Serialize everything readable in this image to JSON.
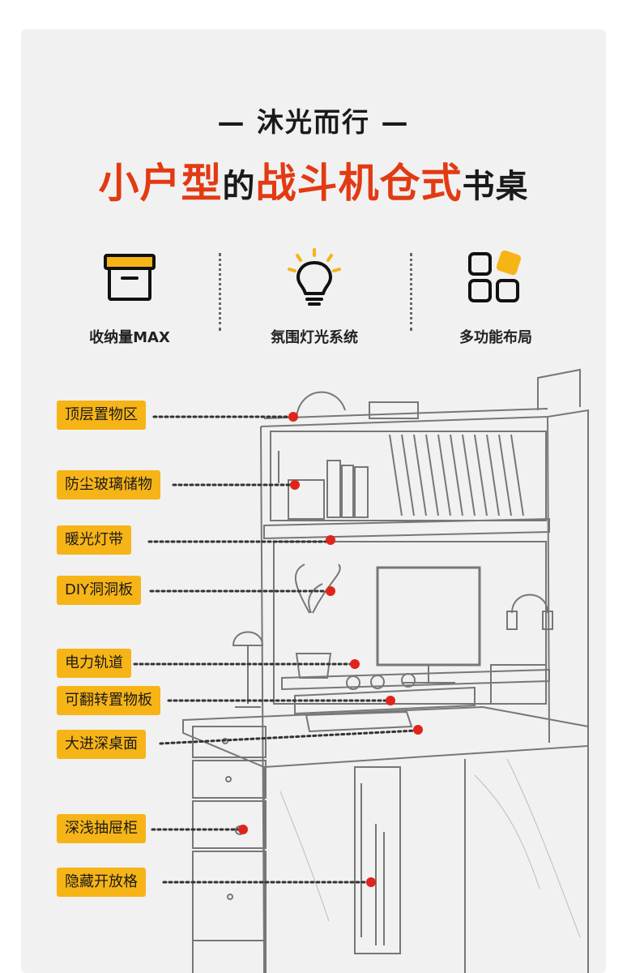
{
  "header": {
    "subtitle": "— 沐光而行 —",
    "title_parts": [
      {
        "text": "小户型",
        "style": "red"
      },
      {
        "text": "的",
        "style": "blk-s"
      },
      {
        "text": "战斗机仓式",
        "style": "red"
      },
      {
        "text": "书桌",
        "style": "blk-s"
      }
    ]
  },
  "features": [
    {
      "icon": "storage-box-icon",
      "label": "收纳量MAX"
    },
    {
      "icon": "light-bulb-icon",
      "label": "氛围灯光系统"
    },
    {
      "icon": "layout-grid-icon",
      "label": "多功能布局"
    }
  ],
  "callouts": [
    {
      "label": "顶层置物区"
    },
    {
      "label": "防尘玻璃储物"
    },
    {
      "label": "暖光灯带"
    },
    {
      "label": "DIY洞洞板"
    },
    {
      "label": "电力轨道"
    },
    {
      "label": "可翻转置物板"
    },
    {
      "label": "大进深桌面"
    },
    {
      "label": "深浅抽屉柜"
    },
    {
      "label": "隐藏开放格"
    }
  ],
  "colors": {
    "accent_red": "#e23a13",
    "tag_yellow": "#f6b417",
    "marker_red": "#e0241b",
    "background": "#f1f1f1"
  }
}
